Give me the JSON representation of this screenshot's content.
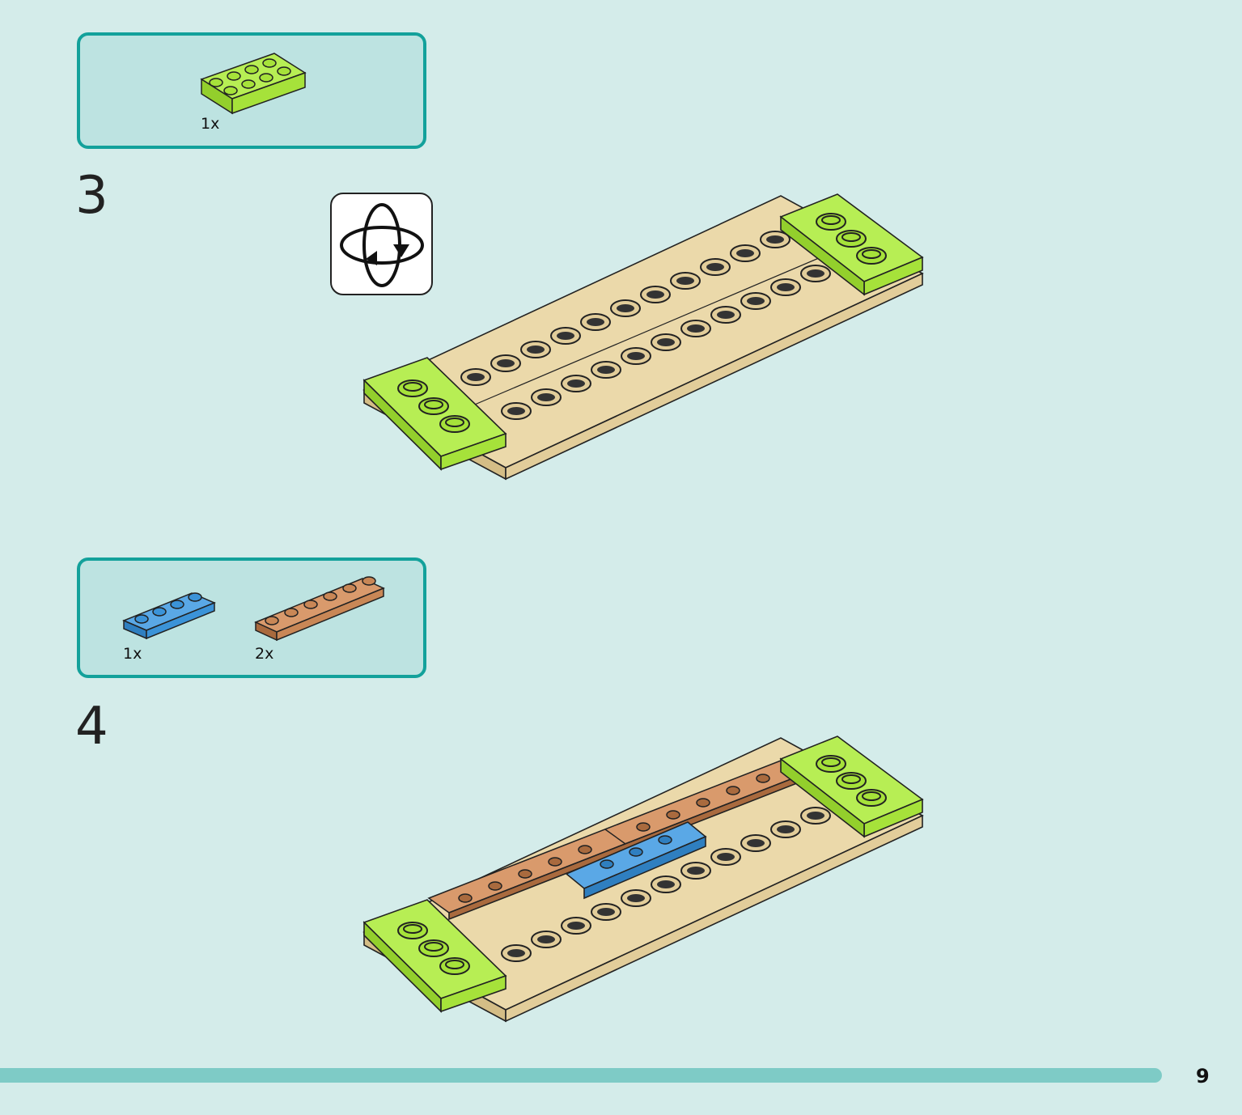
{
  "colors": {
    "background": "#d4ecea",
    "parts_box_border": "#13a19b",
    "parts_box_fill": "#bde3e1",
    "lime": "#a6e23a",
    "tan": "#e2cd9a",
    "blue": "#3b93d8",
    "brown": "#c98756",
    "footer_bar": "#7ecbc6"
  },
  "step3": {
    "number": "3",
    "parts": [
      {
        "piece": "lime-plate-2x4",
        "quantity": "1x"
      }
    ],
    "rotate_icon": "rotate-model-icon"
  },
  "step4": {
    "number": "4",
    "parts": [
      {
        "piece": "blue-plate-1x4",
        "quantity": "1x"
      },
      {
        "piece": "brown-plate-1x6",
        "quantity": "2x"
      }
    ]
  },
  "footer": {
    "page_number": "9"
  }
}
